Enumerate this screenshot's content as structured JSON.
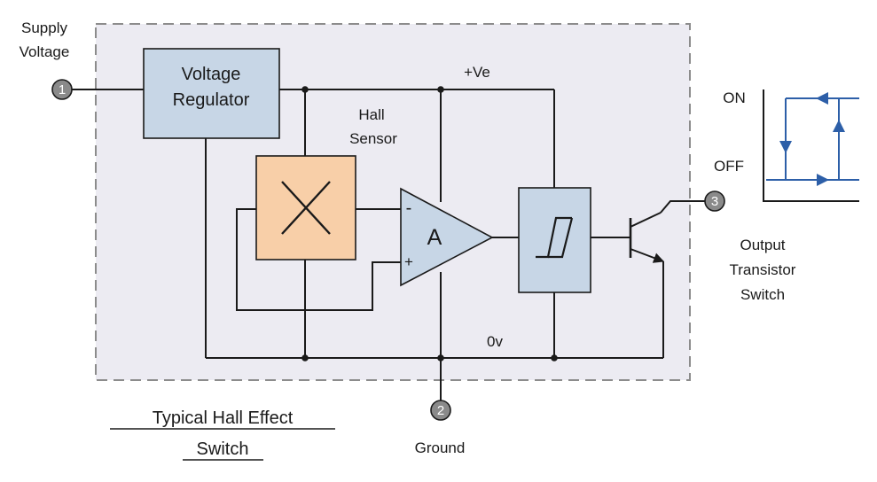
{
  "labels": {
    "supply_voltage_1": "Supply",
    "supply_voltage_2": "Voltage",
    "voltage_regulator_1": "Voltage",
    "voltage_regulator_2": "Regulator",
    "hall_sensor_1": "Hall",
    "hall_sensor_2": "Sensor",
    "plus_ve": "+Ve",
    "zero_v": "0v",
    "amplifier": "A",
    "amp_minus": "-",
    "amp_plus": "+",
    "on": "ON",
    "off": "OFF",
    "output_1": "Output",
    "output_2": "Transistor",
    "output_3": "Switch",
    "ground": "Ground",
    "title_1": "Typical Hall Effect",
    "title_2": "Switch"
  },
  "pins": {
    "pin1": "1",
    "pin2": "2",
    "pin3": "3"
  },
  "colors": {
    "block_blue": "#c7d6e6",
    "hall_sensor": "#f8cfa8",
    "package_fill": "#ecebf2",
    "hysteresis_line": "#2d5fa8",
    "wire": "#1a1a1a"
  },
  "icons": {
    "schmitt_trigger": "hysteresis-symbol-icon",
    "hall_element": "cross-icon",
    "transistor": "npn-transistor-icon"
  }
}
